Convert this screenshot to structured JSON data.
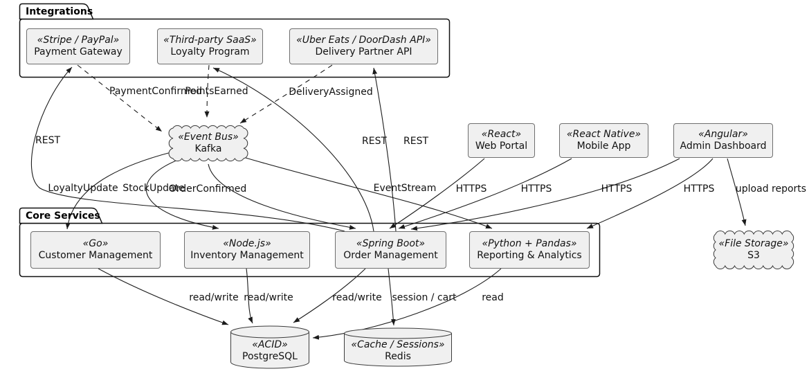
{
  "packages": {
    "integrations": {
      "title": "Integrations"
    },
    "core": {
      "title": "Core Services"
    }
  },
  "nodes": {
    "payment_gateway": {
      "stereotype": "«Stripe / PayPal»",
      "name": "Payment Gateway"
    },
    "loyalty_program": {
      "stereotype": "«Third-party SaaS»",
      "name": "Loyalty Program"
    },
    "delivery_partner_api": {
      "stereotype": "«Uber Eats / DoorDash API»",
      "name": "Delivery Partner API"
    },
    "event_bus": {
      "stereotype": "«Event Bus»",
      "name": "Kafka"
    },
    "web_portal": {
      "stereotype": "«React»",
      "name": "Web Portal"
    },
    "mobile_app": {
      "stereotype": "«React Native»",
      "name": "Mobile App"
    },
    "admin_dashboard": {
      "stereotype": "«Angular»",
      "name": "Admin Dashboard"
    },
    "customer_management": {
      "stereotype": "«Go»",
      "name": "Customer Management"
    },
    "inventory_management": {
      "stereotype": "«Node.js»",
      "name": "Inventory Management"
    },
    "order_management": {
      "stereotype": "«Spring Boot»",
      "name": "Order Management"
    },
    "reporting_analytics": {
      "stereotype": "«Python + Pandas»",
      "name": "Reporting & Analytics"
    },
    "file_storage": {
      "stereotype": "«File Storage»",
      "name": "S3"
    },
    "postgresql": {
      "stereotype": "«ACID»",
      "name": "PostgreSQL"
    },
    "redis": {
      "stereotype": "«Cache / Sessions»",
      "name": "Redis"
    }
  },
  "edges": {
    "paymentConfirmed": {
      "from": "payment_gateway",
      "to": "event_bus",
      "style": "dashed",
      "label": "PaymentConfirmed"
    },
    "pointsEarned": {
      "from": "loyalty_program",
      "to": "event_bus",
      "style": "dashed",
      "label": "PointsEarned"
    },
    "deliveryAssigned": {
      "from": "delivery_partner_api",
      "to": "event_bus",
      "style": "dashed",
      "label": "DeliveryAssigned"
    },
    "loyaltyUpdate": {
      "from": "event_bus",
      "to": "customer_management",
      "style": "solid",
      "label": "LoyaltyUpdate"
    },
    "stockUpdate": {
      "from": "event_bus",
      "to": "inventory_management",
      "style": "solid",
      "label": "StockUpdate"
    },
    "orderConfirmed": {
      "from": "event_bus",
      "to": "order_management",
      "style": "solid",
      "label": "OrderConfirmed"
    },
    "eventStream": {
      "from": "event_bus",
      "to": "reporting_analytics",
      "style": "solid",
      "label": "EventStream"
    },
    "restPayment": {
      "from": "order_management",
      "to": "payment_gateway",
      "style": "solid",
      "label": "REST"
    },
    "restLoyalty": {
      "from": "order_management",
      "to": "loyalty_program",
      "style": "solid",
      "label": "REST"
    },
    "restDelivery": {
      "from": "order_management",
      "to": "delivery_partner_api",
      "style": "solid",
      "label": "REST"
    },
    "httpsWeb": {
      "from": "web_portal",
      "to": "order_management",
      "style": "solid",
      "label": "HTTPS"
    },
    "httpsMobile": {
      "from": "mobile_app",
      "to": "order_management",
      "style": "solid",
      "label": "HTTPS"
    },
    "httpsAdmin": {
      "from": "admin_dashboard",
      "to": "order_management",
      "style": "solid",
      "label": "HTTPS"
    },
    "httpsReporting": {
      "from": "admin_dashboard",
      "to": "reporting_analytics",
      "style": "solid",
      "label": "HTTPS"
    },
    "uploadReports": {
      "from": "admin_dashboard",
      "to": "file_storage",
      "style": "solid",
      "label": "upload reports"
    },
    "rwCustomer": {
      "from": "customer_management",
      "to": "postgresql",
      "style": "solid",
      "label": "read/write"
    },
    "rwInventory": {
      "from": "inventory_management",
      "to": "postgresql",
      "style": "solid",
      "label": "read/write"
    },
    "rwOrder": {
      "from": "order_management",
      "to": "postgresql",
      "style": "solid",
      "label": "read/write"
    },
    "sessionCart": {
      "from": "order_management",
      "to": "redis",
      "style": "solid",
      "label": "session / cart"
    },
    "readReporting": {
      "from": "reporting_analytics",
      "to": "postgresql",
      "style": "solid",
      "label": "read"
    }
  },
  "colors": {
    "node_fill": "#f0f0f0",
    "node_border": "#6e6e6e",
    "line": "#1b1b1b",
    "background": "#ffffff"
  }
}
